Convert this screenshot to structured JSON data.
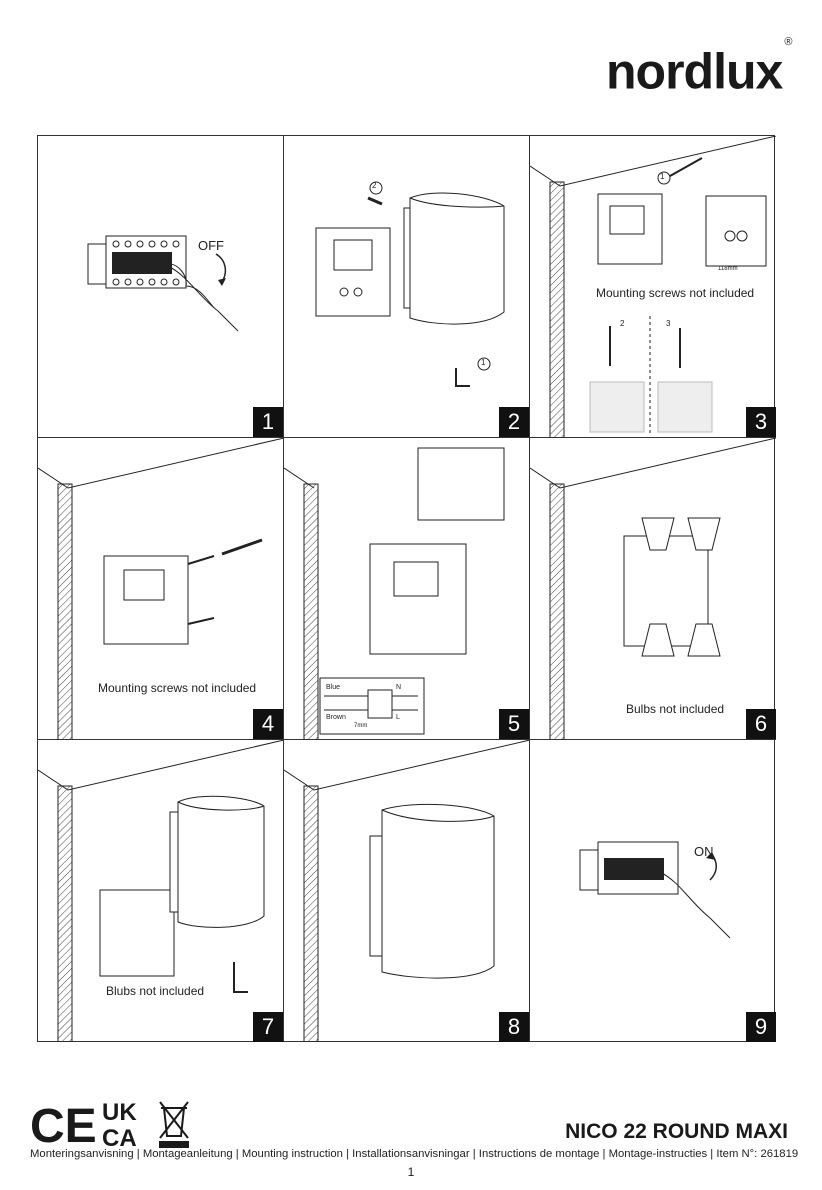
{
  "brand": {
    "name": "nordlux",
    "registered": "®"
  },
  "steps": [
    {
      "number": "1",
      "label": "OFF",
      "caption": ""
    },
    {
      "number": "2",
      "label": "",
      "caption": ""
    },
    {
      "number": "3",
      "label": "",
      "caption": "Mounting screws not included"
    },
    {
      "number": "4",
      "label": "",
      "caption": "Mounting screws not included"
    },
    {
      "number": "5",
      "label": "",
      "caption": ""
    },
    {
      "number": "6",
      "label": "",
      "caption": "Bulbs not included"
    },
    {
      "number": "7",
      "label": "",
      "caption": "Blubs not included"
    },
    {
      "number": "8",
      "label": "",
      "caption": ""
    },
    {
      "number": "9",
      "label": "ON",
      "caption": ""
    }
  ],
  "wiring": {
    "blue": "Blue",
    "brown": "Brown",
    "n": "N",
    "l": "L",
    "strip": "7mm"
  },
  "dimension": "118mm",
  "callouts": {
    "one": "1",
    "two": "2",
    "three": "3"
  },
  "footer": {
    "product": "NICO 22 ROUND MAXI",
    "languages": "Monteringsanvisning | Montageanleitung | Mounting instruction | Installationsanvisningar | Instructions de montage | Montage-instructies | Item N°: 261819",
    "page": "1",
    "marks": {
      "ce": "CE",
      "ukca_top": "UK",
      "ukca_bottom": "CA"
    }
  }
}
